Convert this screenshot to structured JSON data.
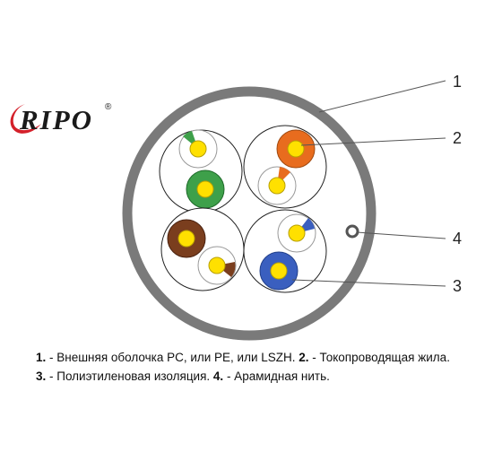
{
  "logo": {
    "text": "RIPO",
    "registered": "®",
    "swoosh_color": "#d4202a"
  },
  "callouts": [
    {
      "num": "1"
    },
    {
      "num": "2"
    },
    {
      "num": "3"
    },
    {
      "num": "4"
    }
  ],
  "pairs": [
    {
      "color": "#3ea04a",
      "name": "green"
    },
    {
      "color": "#e86c1e",
      "name": "orange"
    },
    {
      "color": "#7a3e1e",
      "name": "brown"
    },
    {
      "color": "#3a5fbf",
      "name": "blue"
    }
  ],
  "colors": {
    "jacket": "#7a7a7a",
    "conductor": "#ffe000",
    "leader": "#555555"
  },
  "legend": {
    "line1": [
      {
        "num": "1.",
        "text": " - Внешняя оболочка PC, или PE, или LSZH. "
      },
      {
        "num": "2.",
        "text": " - Токопроводящая жила."
      }
    ],
    "line2": [
      {
        "num": "3.",
        "text": " - Полиэтиленовая изоляция. "
      },
      {
        "num": "4.",
        "text": " - Арамидная нить."
      }
    ]
  }
}
